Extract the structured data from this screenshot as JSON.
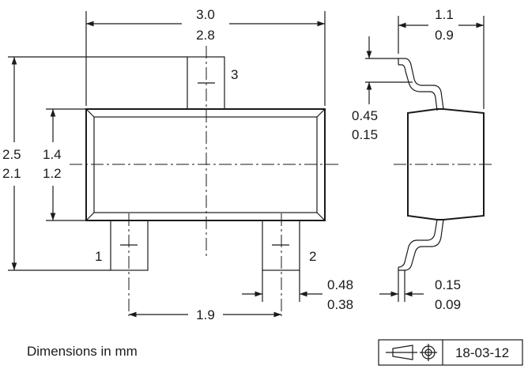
{
  "dimensions": {
    "total_width": {
      "max": "3.0",
      "min": "2.8"
    },
    "total_height": {
      "max": "2.5",
      "min": "2.1"
    },
    "body_height": {
      "max": "1.4",
      "min": "1.2"
    },
    "lead_pitch": "1.9",
    "lead_width": {
      "max": "0.48",
      "min": "0.38"
    },
    "side_width": {
      "max": "1.1",
      "min": "0.9"
    },
    "lead_length": {
      "max": "0.45",
      "min": "0.15"
    },
    "lead_thickness": {
      "max": "0.15",
      "min": "0.09"
    }
  },
  "pins": {
    "pin1": "1",
    "pin2": "2",
    "pin3": "3"
  },
  "footer": {
    "note": "Dimensions in mm",
    "date": "18-03-12"
  }
}
